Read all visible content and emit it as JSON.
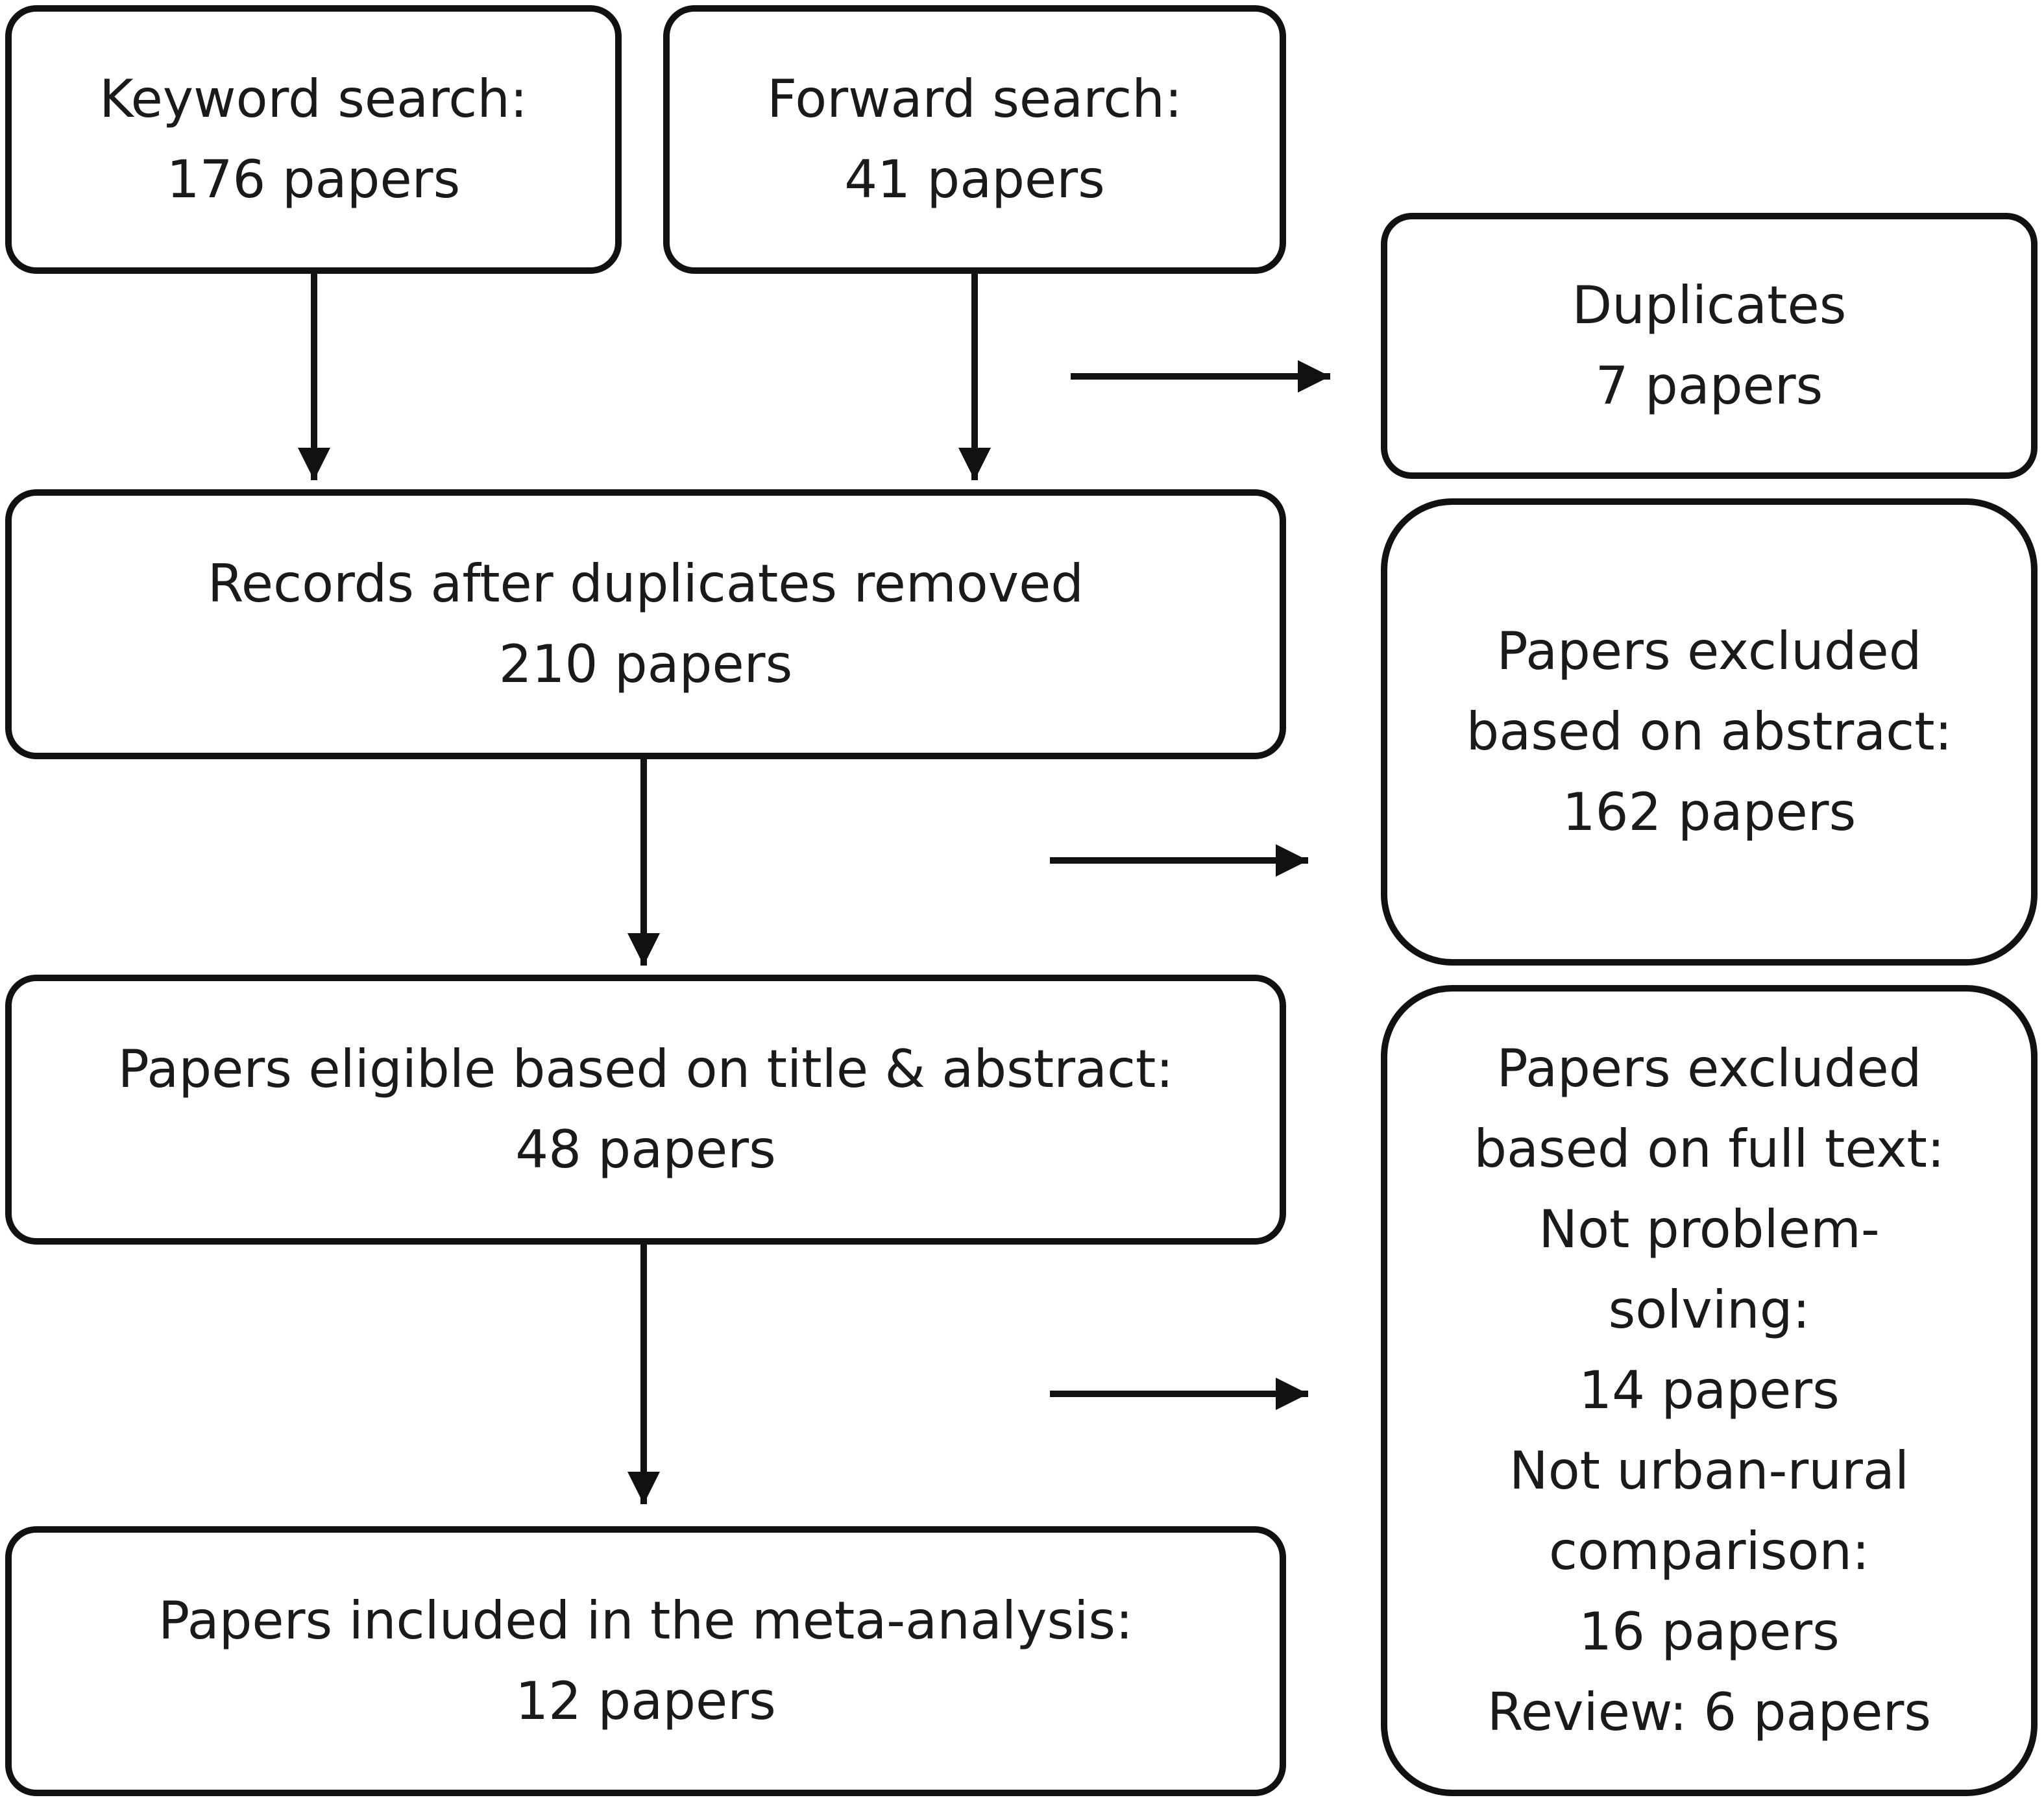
{
  "boxes": {
    "keyword_search": {
      "lines": [
        "Keyword search:",
        "176 papers"
      ]
    },
    "forward_search": {
      "lines": [
        "Forward search:",
        "41 papers"
      ]
    },
    "duplicates": {
      "lines": [
        "Duplicates",
        "7 papers"
      ]
    },
    "records_after_duplicates": {
      "lines": [
        "Records after duplicates removed",
        "210 papers"
      ]
    },
    "excluded_abstract": {
      "lines": [
        "Papers excluded",
        "based on abstract:",
        "162 papers"
      ]
    },
    "eligible": {
      "lines": [
        "Papers eligible based on title & abstract:",
        "48 papers"
      ]
    },
    "excluded_full_text": {
      "lines": [
        "Papers excluded",
        "based on full text:",
        "Not problem-",
        "solving:",
        "14 papers",
        "Not urban-rural",
        "comparison:",
        "16 papers",
        "Review: 6 papers"
      ]
    },
    "included": {
      "lines": [
        "Papers included in the meta-analysis:",
        "12 papers"
      ]
    }
  }
}
